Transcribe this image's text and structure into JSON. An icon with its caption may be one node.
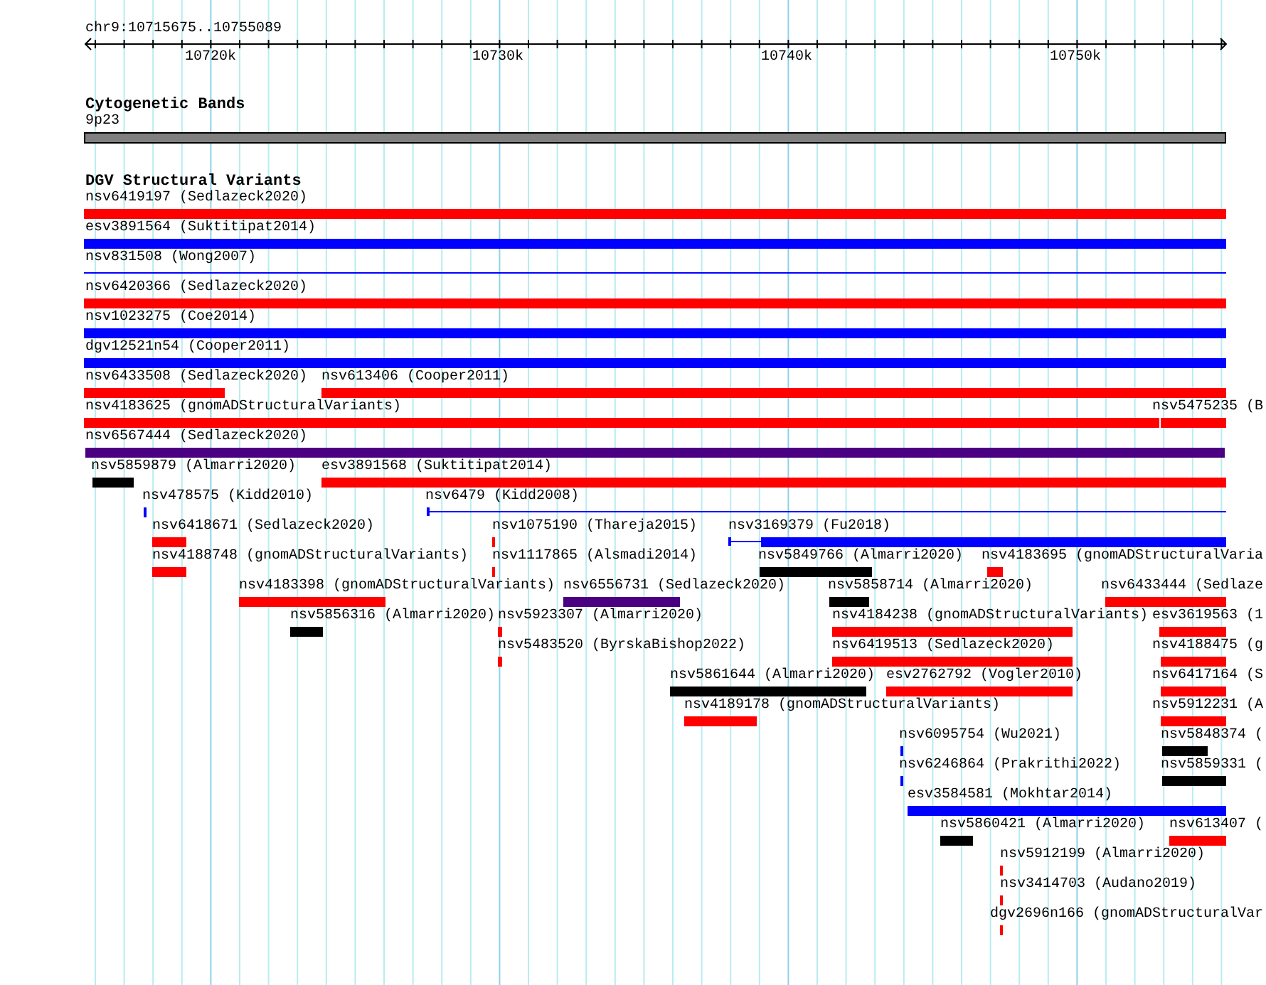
{
  "diagram": {
    "labels": [
      "chr9:10715675..10755089",
      "10720k",
      "10730k",
      "10740k",
      "10750k",
      "Cytogenetic Bands",
      "9p23",
      "DGV Structural Variants",
      "nsv6419197 (Sedlazeck2020)",
      "esv3891564 (Suktitipat2014)",
      "nsv831508 (Wong2007)",
      "nsv6420366 (Sedlazeck2020)",
      "nsv1023275 (Coe2014)",
      "dgv12521n54 (Cooper2011)",
      "nsv6433508 (Sedlazeck2020)",
      "nsv613406 (Cooper2011)",
      "nsv4183625 (gnomADStructuralVariants)",
      "nsv5475235 (B",
      "nsv6567444 (Sedlazeck2020)",
      "nsv5859879 (Almarri2020)",
      "esv3891568 (Suktitipat2014)",
      "nsv478575 (Kidd2010)",
      "nsv6479 (Kidd2008)",
      "nsv6418671 (Sedlazeck2020)",
      "nsv1075190 (Thareja2015)",
      "nsv3169379 (Fu2018)",
      "nsv4188748 (gnomADStructuralVariants)",
      "nsv1117865 (Alsmadi2014)",
      "nsv5849766 (Almarri2020)",
      "nsv4183695 (gnomADStructuralVaria",
      "nsv4183398 (gnomADStructuralVariants)",
      "nsv6556731 (Sedlazeck2020)",
      "nsv5858714 (Almarri2020)",
      "nsv6433444 (Sedlaze",
      "nsv5856316 (Almarri2020)",
      "nsv5923307 (Almarri2020)",
      "nsv4184238 (gnomADStructuralVariants)",
      "esv3619563 (1",
      "nsv5483520 (ByrskaBishop2022)",
      "nsv6419513 (Sedlazeck2020)",
      "nsv4188475 (g",
      "nsv5861644 (Almarri2020)",
      "esv2762792 (Vogler2010)",
      "nsv6417164 (S",
      "nsv4189178 (gnomADStructuralVariants)",
      "nsv5912231 (A",
      "nsv6095754 (Wu2021)",
      "nsv5848374 (",
      "nsv6246864 (Prakrithi2022)",
      "nsv5859331 (",
      "esv3584581 (Mokhtar2014)",
      "nsv5860421 (Almarri2020)",
      "nsv613407 (",
      "nsv5912199 (Almarri2020)",
      "nsv3414703 (Audano2019)",
      "dgv2696n166 (gnomADStructuralVar"
    ]
  }
}
